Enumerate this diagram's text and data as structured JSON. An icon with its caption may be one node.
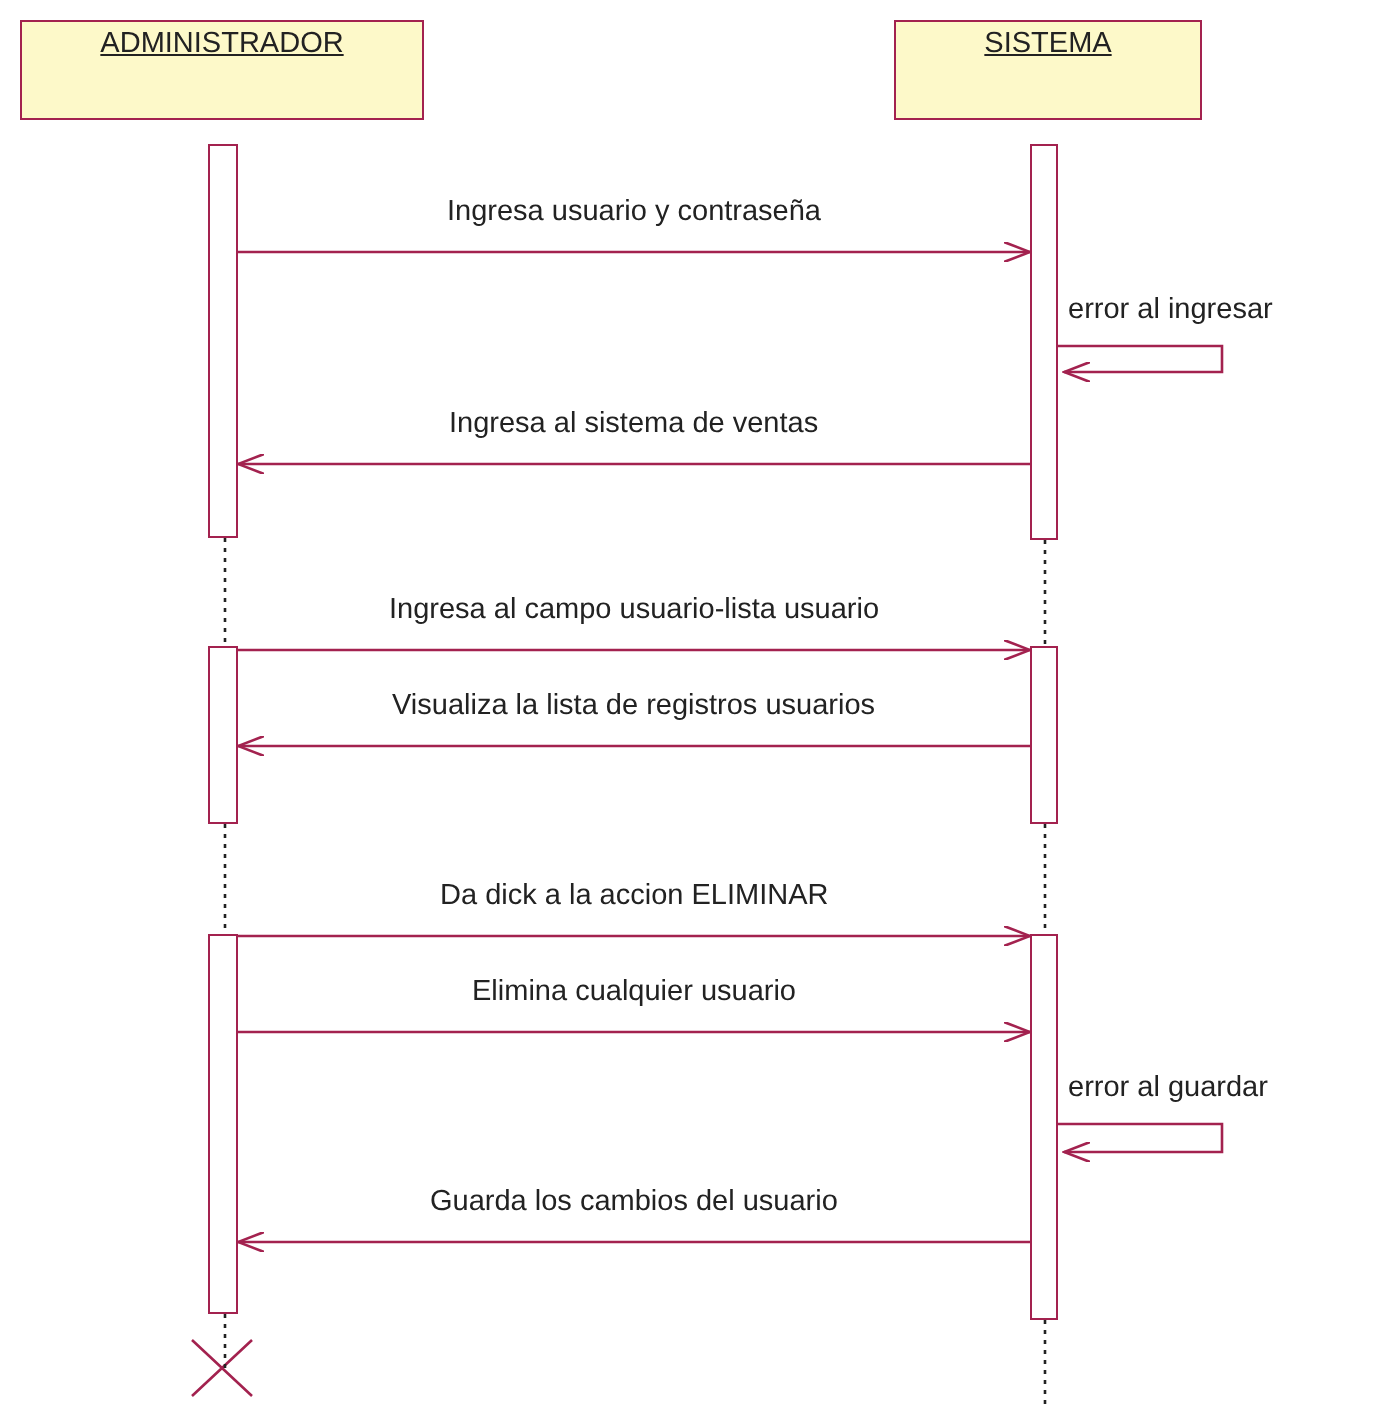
{
  "diagram": {
    "nodes": [
      {
        "text": [
          "ADMINISTRADOR"
        ]
      },
      {
        "text": [
          "SISTEMA"
        ]
      },
      {
        "text": [],
        "shape": "bar"
      },
      {
        "text": [],
        "shape": "bar"
      },
      {
        "text": [],
        "shape": "bar"
      },
      {
        "text": [],
        "shape": "bar"
      },
      {
        "text": [],
        "shape": "bar"
      },
      {
        "text": [],
        "shape": "bar"
      }
    ],
    "edges": [
      {
        "from": 2,
        "to": 5,
        "arrow": "to",
        "label": "Ingresa usuario y contraseña"
      },
      {
        "from": 5,
        "to": 5,
        "arrow": "to",
        "label": "error al ingresar"
      },
      {
        "from": 5,
        "to": 2,
        "arrow": "to",
        "label": "Ingresa al sistema de ventas"
      },
      {
        "from": 3,
        "to": 6,
        "arrow": "to",
        "label": "Ingresa al campo usuario-lista usuario"
      },
      {
        "from": 6,
        "to": 3,
        "arrow": "to",
        "label": "Visualiza la lista de registros usuarios"
      },
      {
        "from": 4,
        "to": 7,
        "arrow": "to",
        "label": "Da dick a la accion ELIMINAR"
      },
      {
        "from": 4,
        "to": 7,
        "arrow": "to",
        "label": "Elimina cualquier usuario"
      },
      {
        "from": 7,
        "to": 7,
        "arrow": "to",
        "label": "error al guardar"
      },
      {
        "from": 7,
        "to": 4,
        "arrow": "to",
        "label": "Guarda los cambios del usuario"
      },
      {
        "from": 2,
        "to": 3,
        "arrow": "none",
        "style": "dashed",
        "color": "#222222"
      },
      {
        "from": 3,
        "to": 4,
        "arrow": "none",
        "style": "dashed",
        "color": "#222222"
      },
      {
        "from": 4,
        "to": null,
        "arrow": "none",
        "style": "dashed",
        "color": "#222222"
      },
      {
        "from": 5,
        "to": 6,
        "arrow": "none",
        "style": "dashed",
        "color": "#222222"
      },
      {
        "from": 6,
        "to": 7,
        "arrow": "none",
        "style": "dashed",
        "color": "#222222"
      },
      {
        "from": 7,
        "to": null,
        "arrow": "none",
        "style": "dashed",
        "color": "#222222"
      }
    ]
  }
}
